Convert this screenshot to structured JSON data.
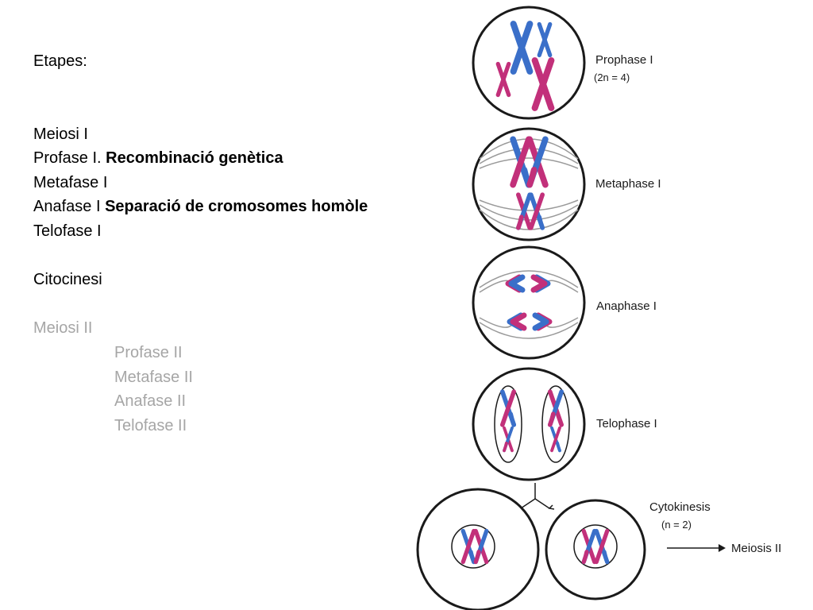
{
  "outline": {
    "heading": "Etapes:",
    "meiosi1": {
      "title": "Meiosi I",
      "profase_prefix": "Profase I.",
      "profase_bold": "Recombinació genètica",
      "metafase": "Metafase I",
      "anafase_prefix": "Anafase I",
      "anafase_bold": "Separació de cromosomes homòle",
      "telofase": "Telofase I"
    },
    "citocinesi": "Citocinesi",
    "meiosi2": {
      "title": "Meiosi II",
      "items": [
        "Profase II",
        "Metafase II",
        "Anafase II",
        "Telofase II"
      ]
    }
  },
  "diagram": {
    "prophase": {
      "label": "Prophase I",
      "sub": "(2n = 4)"
    },
    "metaphase": {
      "label": "Metaphase I"
    },
    "anaphase": {
      "label": "Anaphase I"
    },
    "telophase": {
      "label": "Telophase I"
    },
    "cytokinesis": {
      "label": "Cytokinesis",
      "sub": "(n = 2)"
    },
    "next": {
      "label": "Meiosis II"
    },
    "colors": {
      "blue": "#3a6fc9",
      "magenta": "#c2307a",
      "outline": "#1a1a1a",
      "spindle": "#9a9a9a"
    }
  }
}
